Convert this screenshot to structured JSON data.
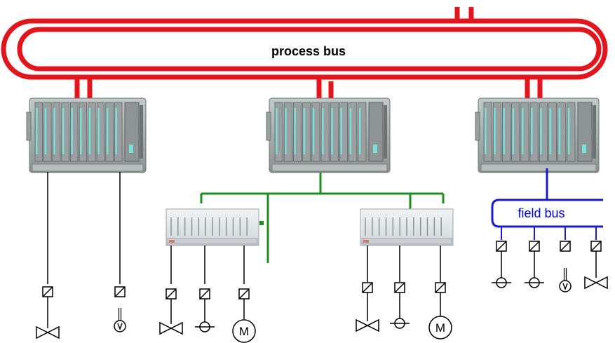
{
  "labels": {
    "process_bus": "process bus",
    "field_bus": "field bus",
    "motor_symbol": "M"
  },
  "colors": {
    "process_bus": "#e0161c",
    "controller_bus": "#1e8c1e",
    "field_bus": "#1a1ad0",
    "wiring": "#000000",
    "controller_body": "#a9aeae",
    "controller_module_light": "#79e0dc",
    "remote_io_body": "#dde3e6"
  },
  "icons": {
    "controller": "plc-controller-rack-icon",
    "remote_io": "remote-io-rack-icon",
    "transducer": "transducer-box-icon",
    "valve": "valve-icon",
    "sensor": "sensor-icon",
    "level_probe": "level-probe-icon",
    "motor": "motor-icon"
  }
}
